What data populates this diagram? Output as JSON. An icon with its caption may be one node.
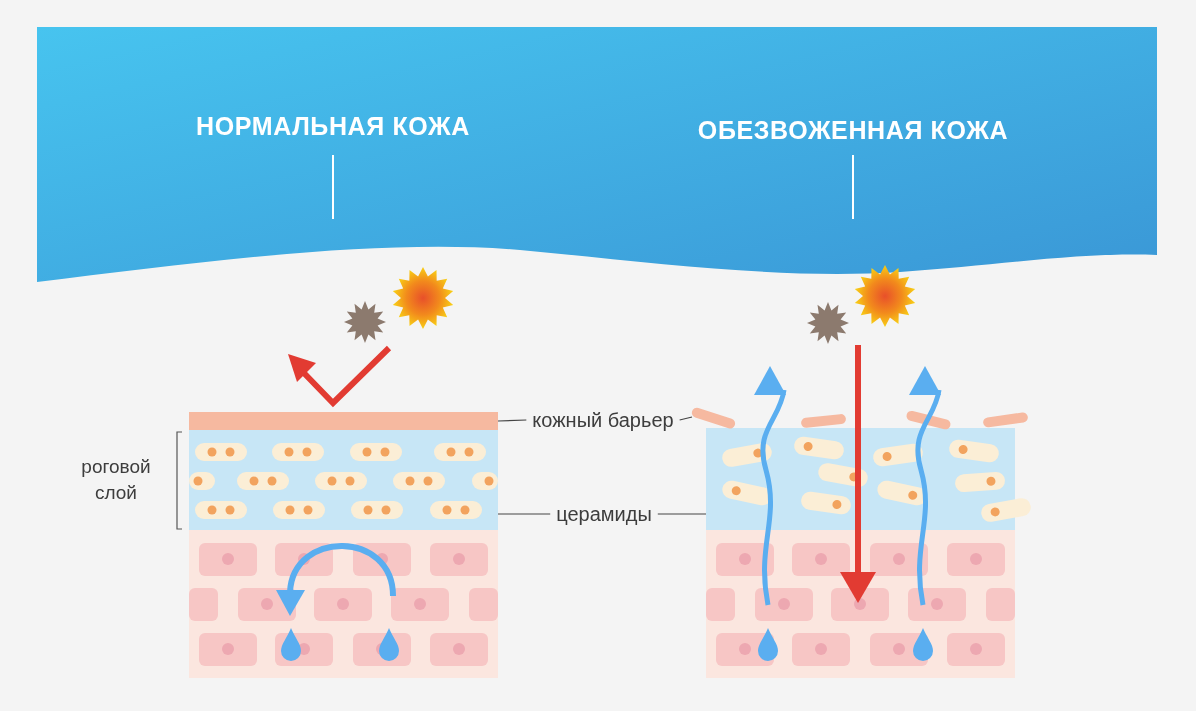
{
  "diagram": {
    "nodes": [
      {
        "text": [
          "кожный барьер"
        ]
      },
      {
        "text": [
          "церамиды"
        ]
      },
      {
        "text": [],
        "shape": "band"
      },
      {
        "text": [],
        "shape": "bar"
      },
      {
        "text": [],
        "shape": "band"
      },
      {
        "text": [],
        "shape": "band"
      }
    ],
    "edges": [
      {
        "from": 0,
        "to": 2,
        "arrow": "none"
      },
      {
        "from": 0,
        "to": 3,
        "arrow": "none"
      },
      {
        "from": 1,
        "to": 4,
        "arrow": "none"
      },
      {
        "from": 1,
        "to": 5,
        "arrow": "none"
      }
    ],
    "labels": [
      "НОРМАЛЬНАЯ КОЖА",
      "ОБЕЗВОЖЕННАЯ КОЖА",
      "роговой слой"
    ]
  }
}
